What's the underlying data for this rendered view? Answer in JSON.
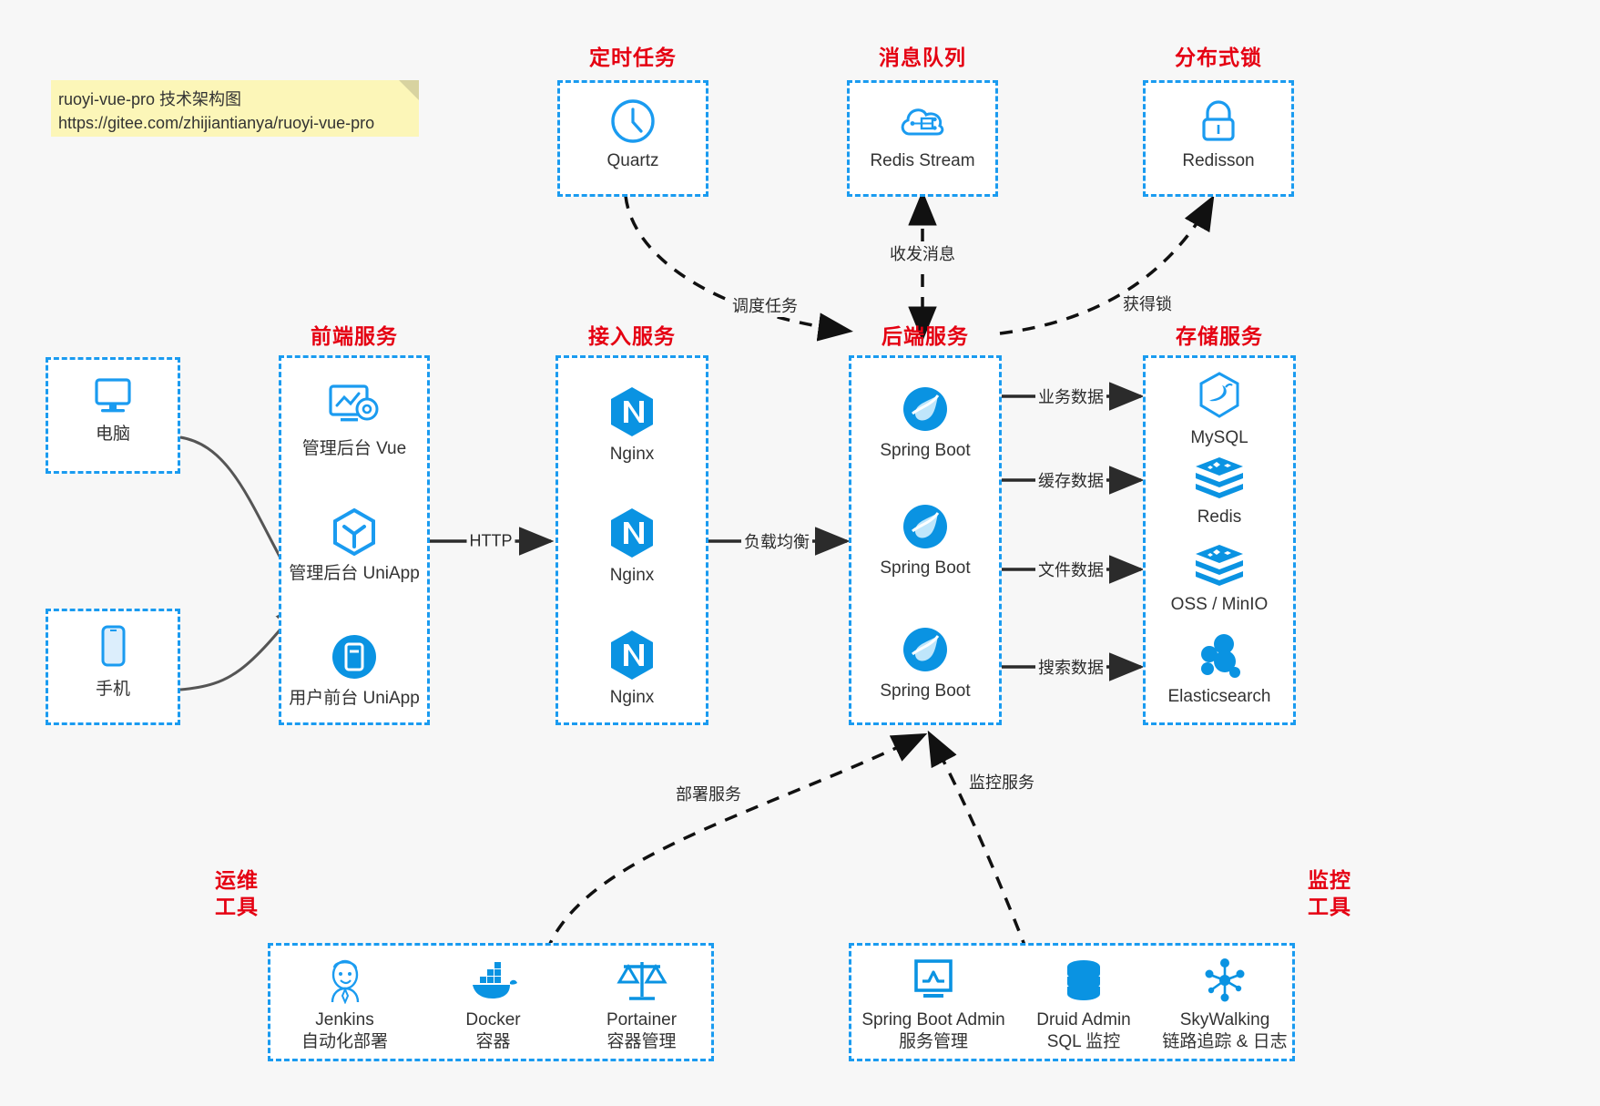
{
  "note": {
    "line1": "ruoyi-vue-pro 技术架构图",
    "line2": "https://gitee.com/zhijiantianya/ruoyi-vue-pro"
  },
  "colors": {
    "accent": "#1a9bf0",
    "group_title": "#e50012",
    "text": "#333333",
    "edge": "#2b2b2b",
    "background": "#f7f7f7",
    "note_bg": "#fcf6b8"
  },
  "groups": {
    "scheduler": {
      "title": "定时任务"
    },
    "mq": {
      "title": "消息队列"
    },
    "lock": {
      "title": "分布式锁"
    },
    "frontend": {
      "title": "前端服务"
    },
    "gateway": {
      "title": "接入服务"
    },
    "backend": {
      "title": "后端服务"
    },
    "storage": {
      "title": "存储服务"
    },
    "devops": {
      "title": "运维\n工具",
      "title_line1": "运维",
      "title_line2": "工具"
    },
    "monitor": {
      "title": "监控\n工具",
      "title_line1": "监控",
      "title_line2": "工具"
    }
  },
  "nodes": {
    "quartz": {
      "label": "Quartz",
      "icon": "clock-icon"
    },
    "redis_stream": {
      "label": "Redis Stream",
      "icon": "cloud-stream-icon"
    },
    "redisson": {
      "label": "Redisson",
      "icon": "lock-icon"
    },
    "pc": {
      "label": "电脑",
      "icon": "desktop-icon"
    },
    "phone": {
      "label": "手机",
      "icon": "mobile-icon"
    }
  },
  "frontend_items": [
    {
      "label": "管理后台 Vue",
      "icon": "dashboard-gear-icon"
    },
    {
      "label": "管理后台 UniApp",
      "icon": "cube-icon"
    },
    {
      "label": "用户前台 UniApp",
      "icon": "app-circle-icon"
    }
  ],
  "gateway_items": [
    {
      "label": "Nginx",
      "icon": "nginx-icon"
    },
    {
      "label": "Nginx",
      "icon": "nginx-icon"
    },
    {
      "label": "Nginx",
      "icon": "nginx-icon"
    }
  ],
  "backend_items": [
    {
      "label": "Spring Boot",
      "icon": "spring-leaf-icon"
    },
    {
      "label": "Spring Boot",
      "icon": "spring-leaf-icon"
    },
    {
      "label": "Spring Boot",
      "icon": "spring-leaf-icon"
    }
  ],
  "storage_items": [
    {
      "label": "MySQL",
      "icon": "mysql-dolphin-icon"
    },
    {
      "label": "Redis",
      "icon": "redis-stack-icon"
    },
    {
      "label": "OSS / MinIO",
      "icon": "oss-stack-icon"
    },
    {
      "label": "Elasticsearch",
      "icon": "elasticsearch-icon"
    }
  ],
  "devops_items": [
    {
      "label": "Jenkins",
      "sub": "自动化部署",
      "icon": "jenkins-butler-icon"
    },
    {
      "label": "Docker",
      "sub": "容器",
      "icon": "docker-whale-icon"
    },
    {
      "label": "Portainer",
      "sub": "容器管理",
      "icon": "scales-icon"
    }
  ],
  "monitor_items": [
    {
      "label": "Spring Boot Admin",
      "sub": "服务管理",
      "icon": "monitor-chart-icon"
    },
    {
      "label": "Druid Admin",
      "sub": "SQL 监控",
      "icon": "database-icon"
    },
    {
      "label": "SkyWalking",
      "sub": "链路追踪 & 日志",
      "icon": "skywalking-icon"
    }
  ],
  "edges": [
    {
      "label": "调度任务",
      "from": "quartz",
      "to": "backend"
    },
    {
      "label": "收发消息",
      "from": "backend",
      "to": "redis_stream"
    },
    {
      "label": "获得锁",
      "from": "backend",
      "to": "redisson"
    },
    {
      "label": "HTTP",
      "from": "frontend",
      "to": "gateway"
    },
    {
      "label": "负载均衡",
      "from": "gateway",
      "to": "backend"
    },
    {
      "label": "业务数据",
      "from": "backend",
      "to": "mysql"
    },
    {
      "label": "缓存数据",
      "from": "backend",
      "to": "redis"
    },
    {
      "label": "文件数据",
      "from": "backend",
      "to": "oss"
    },
    {
      "label": "搜索数据",
      "from": "backend",
      "to": "elasticsearch"
    },
    {
      "label": "部署服务",
      "from": "devops",
      "to": "backend"
    },
    {
      "label": "监控服务",
      "from": "monitor",
      "to": "backend"
    }
  ]
}
